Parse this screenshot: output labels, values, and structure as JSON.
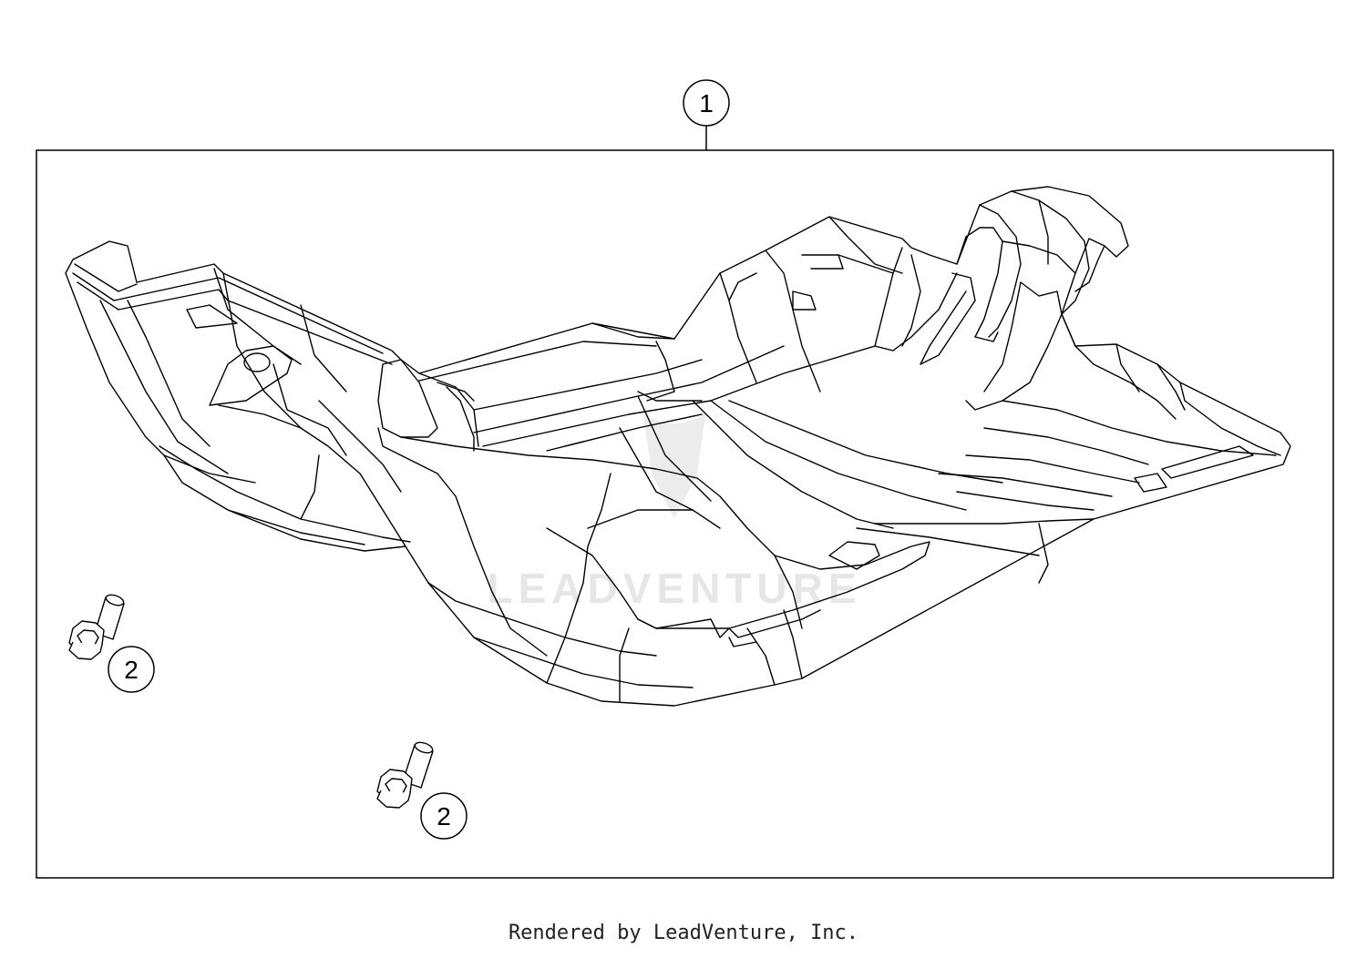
{
  "diagram": {
    "callouts": [
      {
        "id": "1",
        "label": "1"
      },
      {
        "id": "2a",
        "label": "2"
      },
      {
        "id": "2b",
        "label": "2"
      }
    ],
    "parts": {
      "skid_plate": "skid-plate",
      "bolt": "flange-bolt"
    },
    "watermark": "LEADVENTURE"
  },
  "footer": {
    "credit": "Rendered by LeadVenture, Inc."
  }
}
